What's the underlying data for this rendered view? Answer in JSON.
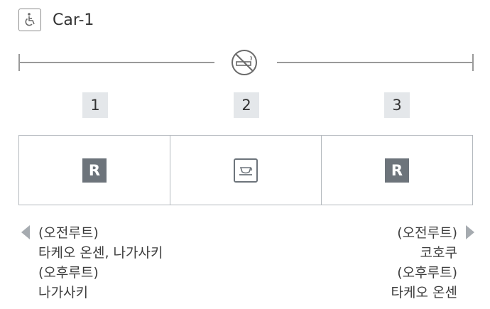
{
  "car": {
    "label": "Car-1",
    "icon": "wheelchair-icon"
  },
  "divider": {
    "icon": "no-smoking-icon"
  },
  "seats": [
    {
      "number": "1"
    },
    {
      "number": "2"
    },
    {
      "number": "3"
    }
  ],
  "cars": [
    {
      "type": "reserved",
      "badge": "R",
      "icon": "reserved-icon"
    },
    {
      "type": "cafe",
      "icon": "coffee-cup-icon"
    },
    {
      "type": "reserved",
      "badge": "R",
      "icon": "reserved-icon"
    }
  ],
  "directions": {
    "left": {
      "icon": "arrow-left-icon",
      "lines": [
        "(오전루트)",
        "타케오 온센, 나가사키",
        "(오후루트)",
        "나가사키"
      ]
    },
    "right": {
      "icon": "arrow-right-icon",
      "lines": [
        "(오전루트)",
        "코호쿠",
        "(오후루트)",
        "타케오 온센"
      ]
    }
  },
  "colors": {
    "badge": "#6d747b",
    "seat_bg": "#e4e7ea",
    "border": "#b4b9be",
    "arrow": "#a6abb0"
  }
}
